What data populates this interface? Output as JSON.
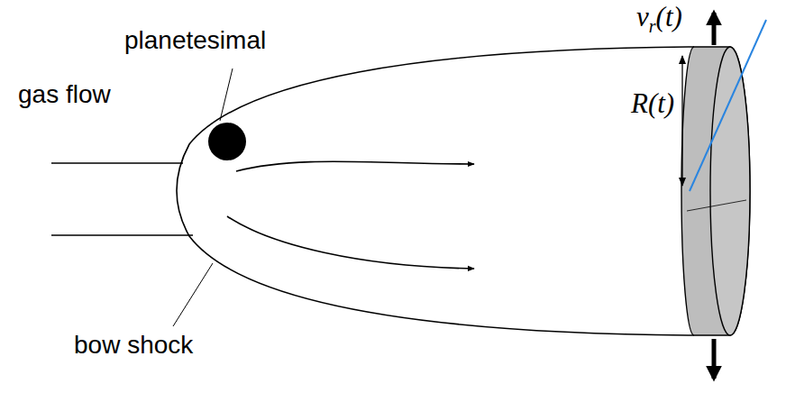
{
  "diagram": {
    "labels": [
      "planetesimal",
      "gas flow",
      "bow shock",
      "v",
      "r",
      "(t)",
      "R(t)"
    ]
  }
}
